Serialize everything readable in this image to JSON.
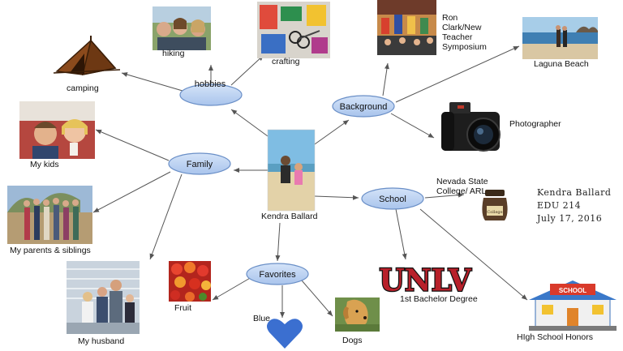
{
  "center": {
    "label": "Kendra Ballard"
  },
  "hubs": {
    "hobbies": "hobbies",
    "family": "Family",
    "background": "Background",
    "school": "School",
    "favorites": "Favorites"
  },
  "leaves": {
    "hiking": "hiking",
    "crafting": "crafting",
    "camping": "camping",
    "my_kids": "My kids",
    "parents": "My parents & siblings",
    "husband": "My husband",
    "ron_clark": "Ron Clark/New Teacher Symposium",
    "laguna": "Laguna Beach",
    "photographer": "Photographer",
    "nevada_state": "Nevada State College/ ARL",
    "unlv_degree": "1st Bachelor Degree",
    "hs_honors": "HIgh School Honors",
    "fruit": "Fruit",
    "blue": "Blue",
    "dogs": "Dogs"
  },
  "logos": {
    "unlv": "UNLV",
    "school_sign": "SCHOOL",
    "jar": "College"
  },
  "signature": {
    "line1": "Kendra Ballard",
    "line2": "EDU 214",
    "line3": "July 17, 2016"
  },
  "colors": {
    "node_fill": "#bcd3f2",
    "node_stroke": "#6a8fc7",
    "arrow": "#555555",
    "unlv_red": "#b8202a",
    "heart": "#3b6fd0"
  },
  "icons": [
    "tent-icon",
    "camera-icon",
    "heart-icon",
    "school-building-icon",
    "jar-icon",
    "unlv-logo"
  ]
}
